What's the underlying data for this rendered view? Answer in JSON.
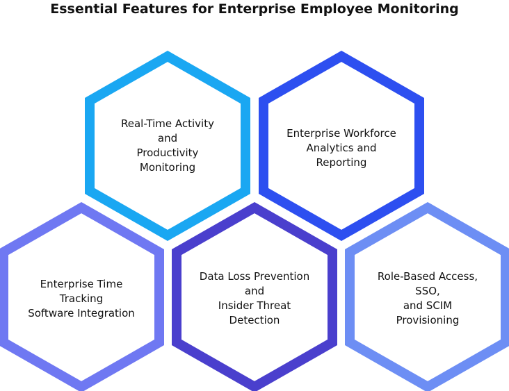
{
  "title": "Essential Features for Enterprise Employee Monitoring",
  "features": [
    {
      "label": "Real-Time Activity\nand\nProductivity\nMonitoring",
      "color": "#1aa7f2"
    },
    {
      "label": "Enterprise Workforce\nAnalytics and\nReporting",
      "color": "#2d4ff0"
    },
    {
      "label": "Enterprise Time\nTracking\nSoftware Integration",
      "color": "#6f78f2"
    },
    {
      "label": "Data Loss Prevention\nand\nInsider Threat\nDetection",
      "color": "#4a3fcd"
    },
    {
      "label": "Role-Based Access,\nSSO,\nand SCIM\nProvisioning",
      "color": "#6d8ef4"
    }
  ]
}
